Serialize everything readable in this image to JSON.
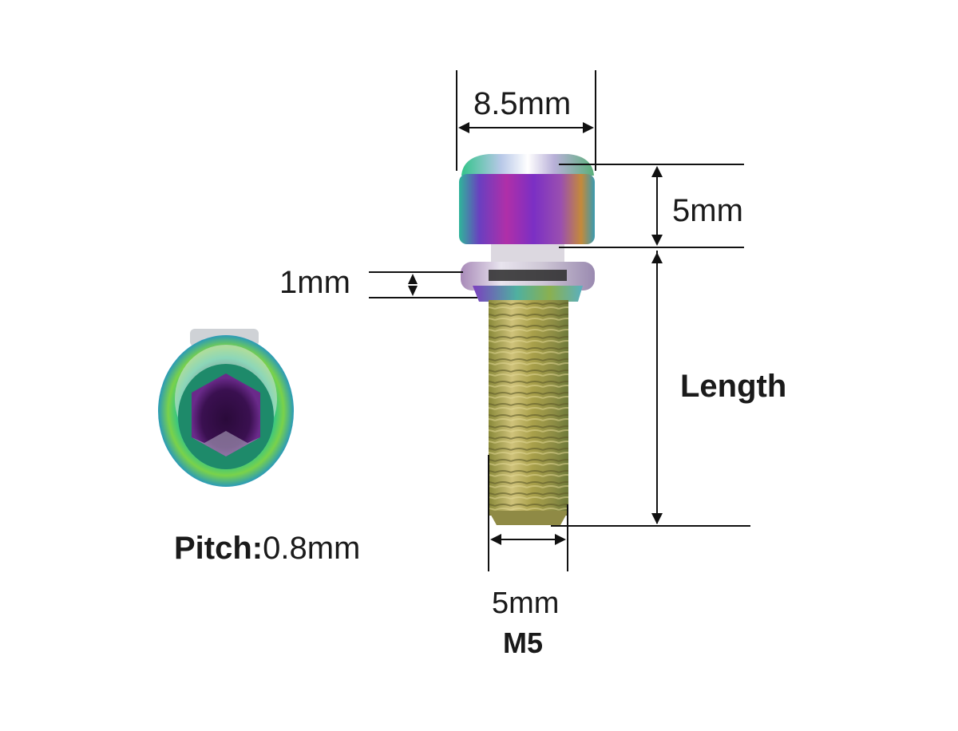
{
  "labels": {
    "head_diameter": "8.5mm",
    "head_height": "5mm",
    "washer_thickness": "1mm",
    "length": "Length",
    "pitch_title": "Pitch:",
    "pitch_value": "0.8mm",
    "thread_diameter": "5mm",
    "thread_size": "M5"
  },
  "colors": {
    "line": "#111111",
    "text": "#1a1a1a",
    "thread_gold": "#b3a756",
    "head_purple": "#8a2bb5",
    "head_teal": "#1bb3a0",
    "head_green": "#6ccb3a"
  }
}
